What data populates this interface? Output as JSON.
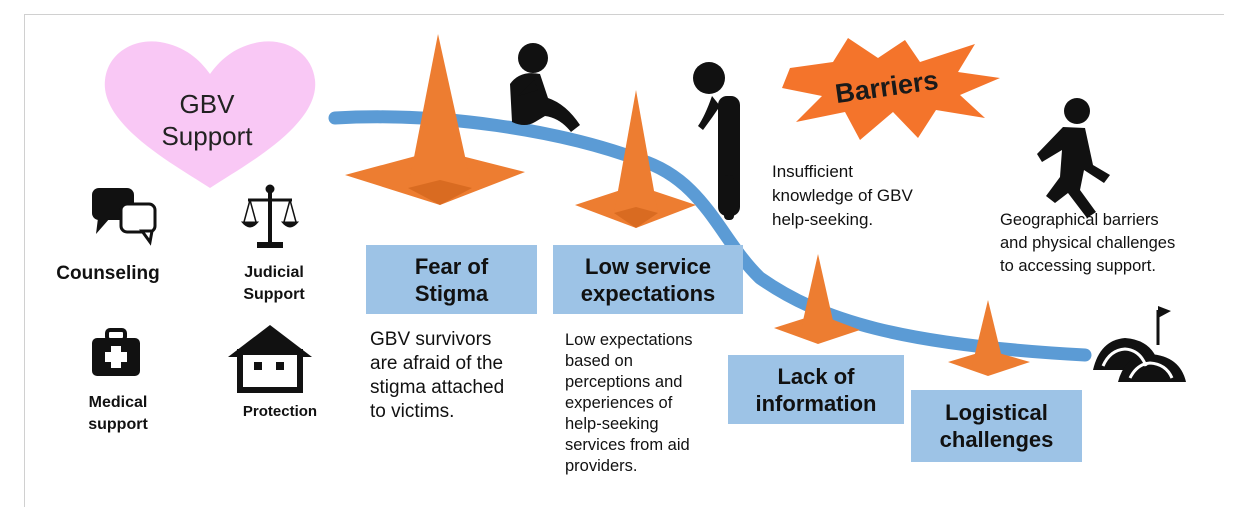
{
  "heart": {
    "line1": "GBV",
    "line2": "Support"
  },
  "services": {
    "counseling": "Counseling",
    "judicial_1": "Judicial",
    "judicial_2": "Support",
    "medical_1": "Medical",
    "medical_2": "support",
    "protection": "Protection"
  },
  "burst": {
    "label": "Barriers",
    "color": "#f4742b"
  },
  "barriers": [
    {
      "title1": "Fear of",
      "title2": "Stigma",
      "desc": [
        "GBV survivors",
        "are afraid of the",
        "stigma attached",
        "to victims."
      ]
    },
    {
      "title1": "Low service",
      "title2": "expectations",
      "desc": [
        "Low expectations",
        "based on",
        "perceptions and",
        "experiences of",
        "help-seeking",
        "services from aid",
        "providers."
      ]
    },
    {
      "title1": "Lack of",
      "title2": "information",
      "desc": [
        "Insufficient",
        "knowledge of GBV",
        "help-seeking."
      ]
    },
    {
      "title1": "Logistical",
      "title2": "challenges",
      "desc": [
        "Geographical barriers",
        "and physical challenges",
        "to accessing support."
      ]
    }
  ],
  "colors": {
    "cone": "#ed7d31",
    "cone_dark": "#c55a11",
    "path": "#5b9bd5",
    "box": "#9dc3e6",
    "heart": "#f9c8f5"
  },
  "icons": [
    "chat-bubbles-icon",
    "scales-icon",
    "medical-kit-icon",
    "house-icon",
    "sitting-person-icon",
    "sad-person-icon",
    "walking-person-icon",
    "shelter-icon",
    "traffic-cone-icon"
  ]
}
